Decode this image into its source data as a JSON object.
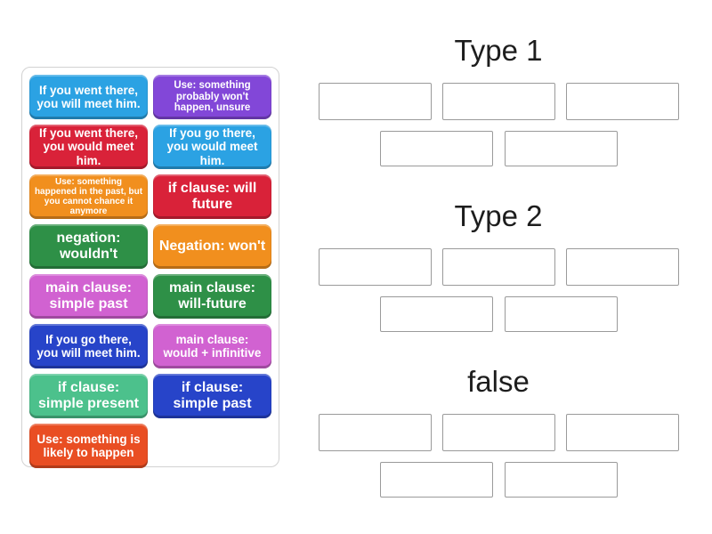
{
  "groups": [
    {
      "id": "type-1",
      "label": "Type 1",
      "slots": 5
    },
    {
      "id": "type-2",
      "label": "Type 2",
      "slots": 5
    },
    {
      "id": "false",
      "label": "false",
      "slots": 5
    }
  ],
  "tiles": [
    {
      "text": "If you went there, you will meet him.",
      "color": "#2ba2e3"
    },
    {
      "text": "Use: something probably won't happen, unsure",
      "color": "#8247d8"
    },
    {
      "text": "If you went there, you would meet him.",
      "color": "#d92239"
    },
    {
      "text": "If you go there, you would meet him.",
      "color": "#2ba2e3"
    },
    {
      "text": "Use: something happened in the past, but you cannot chance it anymore",
      "color": "#f18f1e"
    },
    {
      "text": "if clause: will future",
      "color": "#d92239"
    },
    {
      "text": "negation: wouldn't",
      "color": "#2e9047"
    },
    {
      "text": "Negation: won't",
      "color": "#f18f1e"
    },
    {
      "text": "main clause: simple past",
      "color": "#d162d1"
    },
    {
      "text": "main clause: will-future",
      "color": "#2e9047"
    },
    {
      "text": "If you go there, you will meet him.",
      "color": "#2744c9"
    },
    {
      "text": "main clause: would + infinitive",
      "color": "#d162d1"
    },
    {
      "text": "if clause: simple present",
      "color": "#4cc18c"
    },
    {
      "text": "if clause: simple past",
      "color": "#2744c9"
    },
    {
      "text": "Use: something is likely to happen",
      "color": "#e94e23"
    }
  ]
}
